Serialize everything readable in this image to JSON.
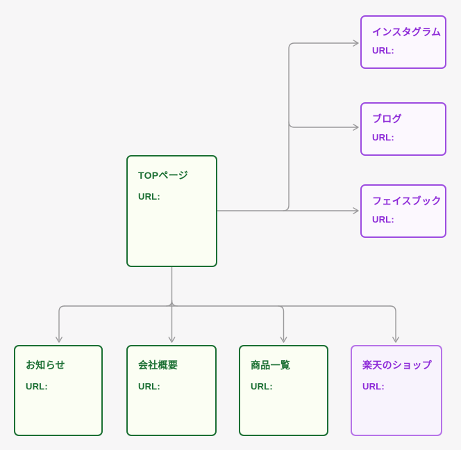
{
  "palette": {
    "page_bg": "#f7f6f7",
    "green_border": "#1b6f33",
    "green_text": "#1b6f33",
    "green_fill": "#fbfef3",
    "purple_border": "#9d4ce0",
    "purple_text": "#8e2bd8",
    "purple_fill": "#fcf8fe",
    "purple_light_border": "#b672e8",
    "purple_light_fill": "#f8f3fd",
    "connector": "#9a999b"
  },
  "nodes": {
    "top": {
      "title": "TOPページ",
      "url_label": "URL:"
    },
    "instagram": {
      "title": "インスタグラム",
      "url_label": "URL:"
    },
    "blog": {
      "title": "ブログ",
      "url_label": "URL:"
    },
    "facebook": {
      "title": "フェイスブック",
      "url_label": "URL:"
    },
    "news": {
      "title": "お知らせ",
      "url_label": "URL:"
    },
    "company": {
      "title": "会社概要",
      "url_label": "URL:"
    },
    "products": {
      "title": "商品一覧",
      "url_label": "URL:"
    },
    "rakuten": {
      "title": "楽天のショップ",
      "url_label": "URL:"
    }
  }
}
